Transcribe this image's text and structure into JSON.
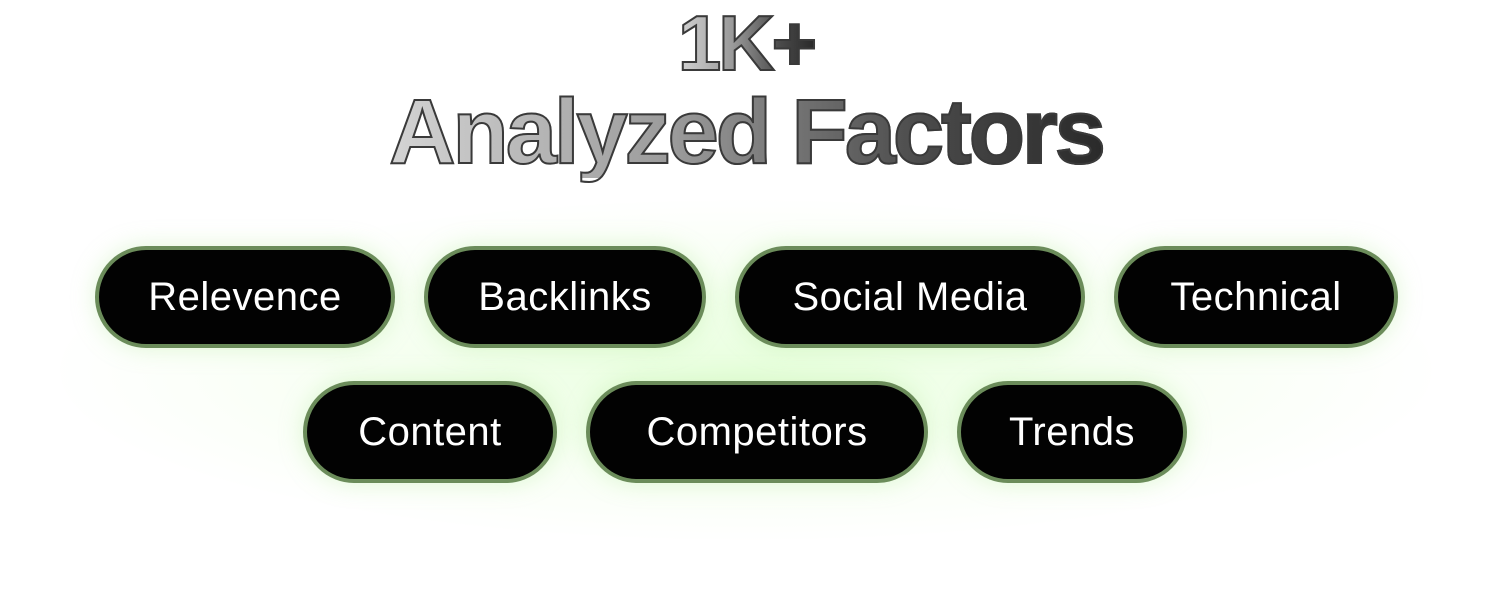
{
  "headline": {
    "count": "1K+",
    "title": "Analyzed Factors"
  },
  "factors": {
    "row1": [
      "Relevence",
      "Backlinks",
      "Social Media",
      "Technical"
    ],
    "row2": [
      "Content",
      "Competitors",
      "Trends"
    ]
  },
  "colors": {
    "pill_background": "#020202",
    "pill_border": "#6b8c5a",
    "pill_text": "#ffffff",
    "glow": "#d6ffc4"
  }
}
